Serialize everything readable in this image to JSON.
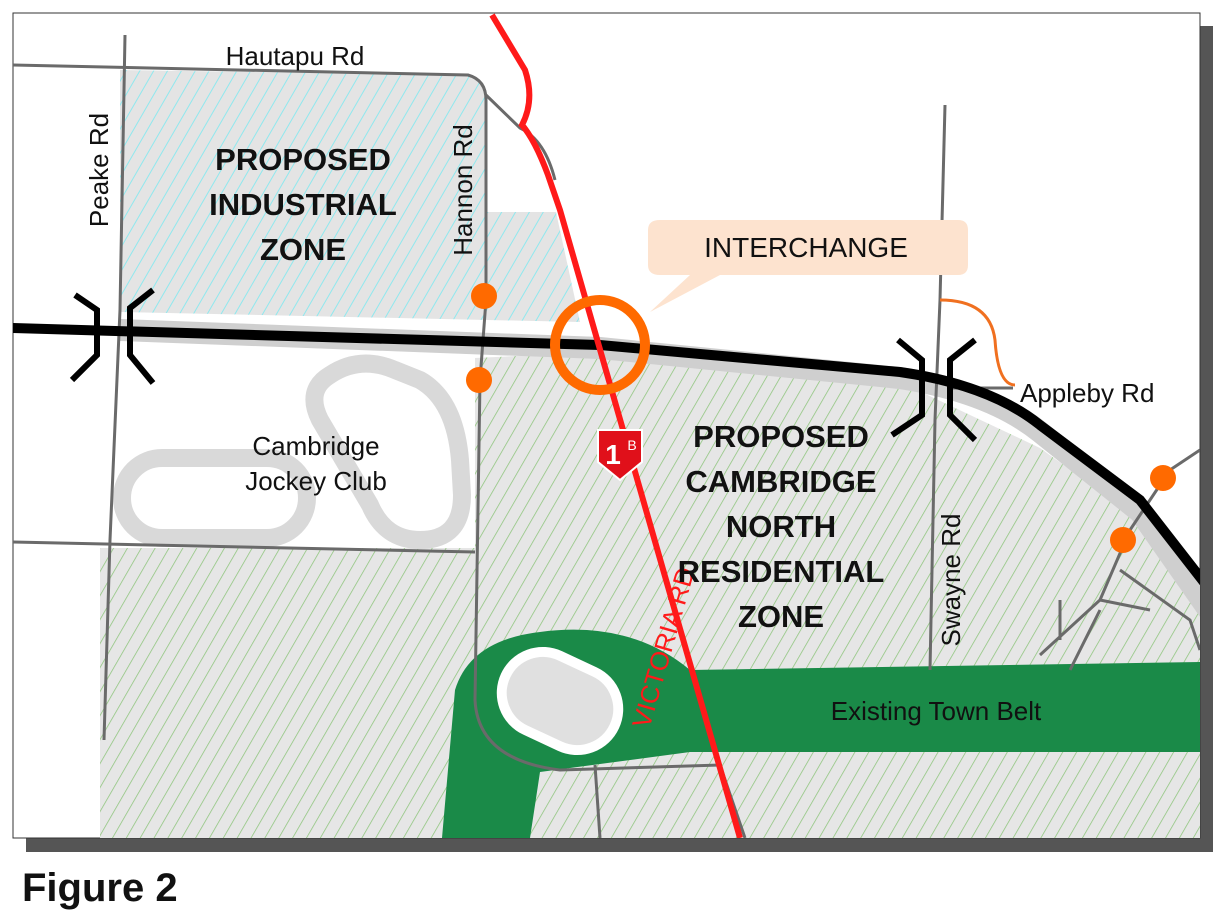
{
  "figure_caption": "Figure 2",
  "zones": {
    "industrial": [
      "PROPOSED",
      "INDUSTRIAL",
      "ZONE"
    ],
    "residential": [
      "PROPOSED",
      "CAMBRIDGE",
      "NORTH",
      "RESIDENTIAL",
      "ZONE"
    ],
    "town_belt": "Existing Town Belt",
    "jockey_club": [
      "Cambridge",
      "Jockey Club"
    ]
  },
  "roads": {
    "hautapu": "Hautapu Rd",
    "peake": "Peake Rd",
    "hannon": "Hannon Rd",
    "swayne": "Swayne Rd",
    "appleby": "Appleby Rd",
    "victoria": "VICTORIA RD"
  },
  "callout": "INTERCHANGE",
  "shield": {
    "number": "1",
    "suffix": "B"
  },
  "colors": {
    "highway": "#ff1a1a",
    "interchange": "#ff6a00",
    "town_belt": "#1a8a48",
    "callout_bg": "#fde3cf",
    "motorway": "#000000"
  }
}
